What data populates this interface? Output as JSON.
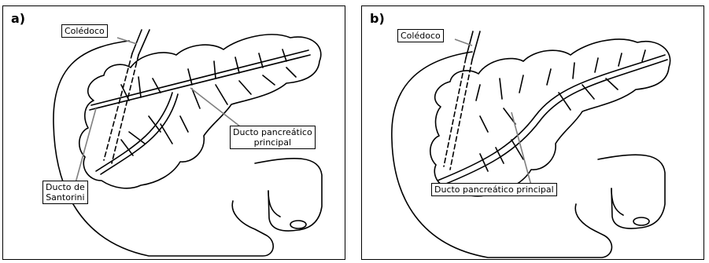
{
  "panels": [
    {
      "letter": "a)",
      "labels": {
        "coledoco": "Colédoco",
        "main_duct_line1": "Ducto pancreático",
        "main_duct_line2": "principal",
        "santorini_line1": "Ducto de",
        "santorini_line2": "Santorini"
      }
    },
    {
      "letter": "b)",
      "labels": {
        "coledoco": "Colédoco",
        "main_duct": "Ducto pancreático principal"
      }
    }
  ],
  "colors": {
    "outline": "#000000",
    "leader_line": "#808080",
    "background": "#ffffff"
  }
}
